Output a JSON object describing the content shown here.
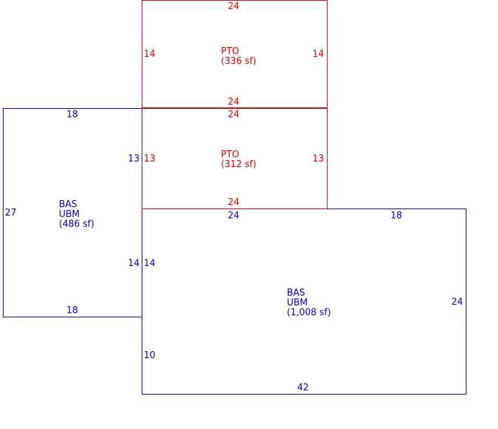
{
  "colors": {
    "blue": "#0000c8",
    "red": "#dc0000"
  },
  "areas": [
    {
      "id": "pto-top",
      "color": "red",
      "labels": [
        "PTO",
        "(336 sf)"
      ],
      "dims": {
        "top": "24",
        "left": "14",
        "right": "14",
        "bottom": "24"
      }
    },
    {
      "id": "pto-mid",
      "color": "red",
      "labels": [
        "PTO",
        "(312 sf)"
      ],
      "dims": {
        "top": "24",
        "left": "13",
        "right": "13",
        "bottom": "24"
      }
    },
    {
      "id": "bas-left",
      "color": "blue",
      "labels": [
        "BAS",
        "UBM",
        "(486 sf)"
      ],
      "dims": {
        "top": "18",
        "left": "27",
        "right_upper": "13",
        "right_lower": "14",
        "bottom": "18"
      }
    },
    {
      "id": "bas-main",
      "color": "blue",
      "labels": [
        "BAS",
        "UBM",
        "(1,008 sf)"
      ],
      "dims": {
        "top_left": "24",
        "top_right": "18",
        "left_upper": "14",
        "left_lower": "10",
        "right": "24",
        "bottom": "42"
      }
    }
  ]
}
